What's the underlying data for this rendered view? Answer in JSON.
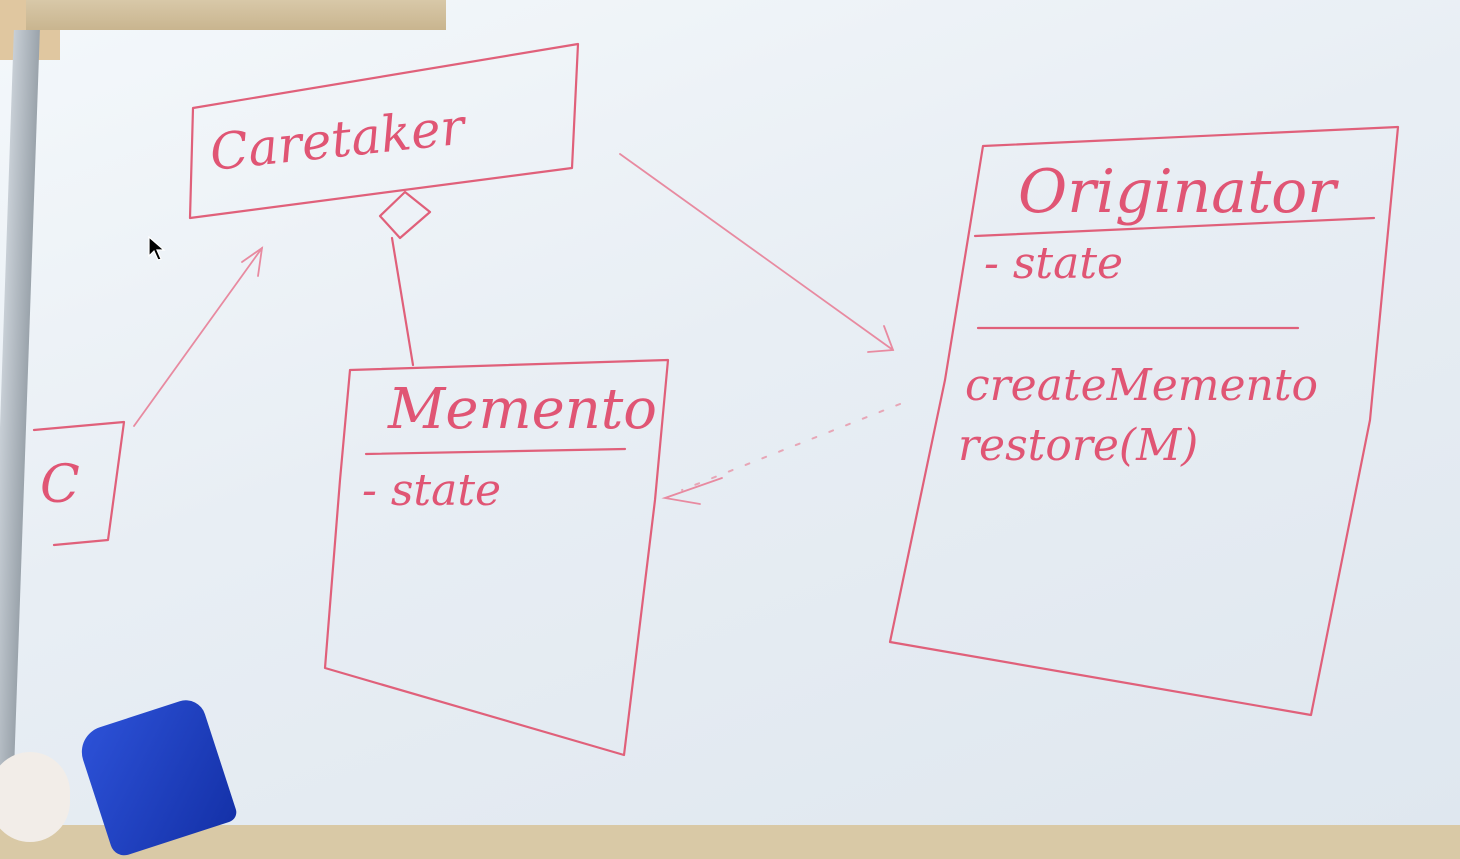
{
  "classes": {
    "caretaker": {
      "name": "Caretaker"
    },
    "memento": {
      "name": "Memento",
      "attribute": "- state"
    },
    "originator": {
      "name": "Originator",
      "attribute": "- state",
      "operations": [
        "createMemento",
        "restore(M)"
      ]
    },
    "client": {
      "name": "C"
    }
  },
  "colors": {
    "ink": "#e0607a",
    "board": "#eef3f8",
    "eraser": "#1f3fc4"
  }
}
